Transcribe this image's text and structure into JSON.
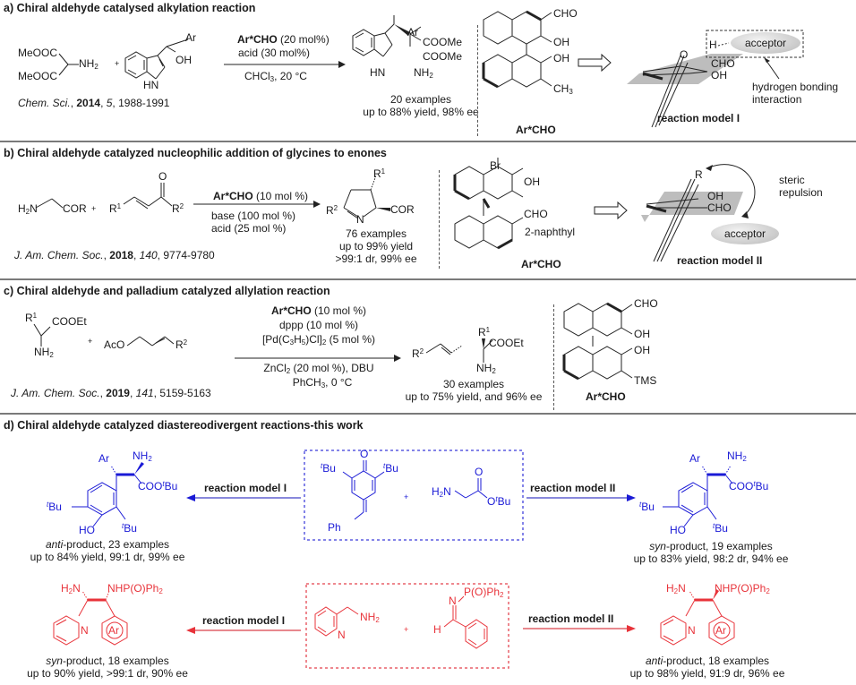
{
  "sections": {
    "a": {
      "title": "a) Chiral aldehyde catalysed alkylation reaction",
      "reagent1": {
        "top": "MeOOC",
        "mid": "NH",
        "bottom": "MeOOC",
        "sub": "2"
      },
      "plus": "+",
      "reagent2": {
        "ar": "Ar",
        "oh": "OH",
        "hn": "HN"
      },
      "conditions": {
        "catalyst_bold": "Ar*CHO",
        "catalyst_rest": " (20 mol%)",
        "acid": "acid (30 mol%)",
        "solvent_a": "CHCl",
        "solvent_sub": "3",
        "solvent_b": ", 20 °C"
      },
      "citation": {
        "journal": "Chem. Sci.",
        "sep1": ", ",
        "year": "2014",
        "sep2": ", ",
        "volume": "5",
        "pages": ", 1988-1991"
      },
      "product": {
        "ar": "Ar",
        "ester1": "COOMe",
        "ester2": "COOMe",
        "nh2": "NH",
        "nh2_sub": "2",
        "hn": "HN",
        "examples": "20 examples",
        "yield": "up to 88% yield, 98% ee"
      },
      "catalyst": {
        "cho": "CHO",
        "oh1": "OH",
        "oh2": "OH",
        "ch3": "CH",
        "ch3_sub": "3",
        "label": "Ar*CHO"
      },
      "model": {
        "acceptor": "acceptor",
        "h": "H",
        "o": "O",
        "cho": "CHO",
        "oh": "OH",
        "annotation_1": "hydrogen bonding",
        "annotation_2": "interaction",
        "label": "reaction model I"
      }
    },
    "b": {
      "title": "b) Chiral aldehyde catalyzed nucleophilic addition of glycines to enones",
      "reagent1": {
        "h2n": "H",
        "h2n_sub": "2",
        "n": "N",
        "cor": "COR"
      },
      "plus": "+",
      "reagent2": {
        "r1": "R",
        "r1_sup": "1",
        "o": "O",
        "r2": "R",
        "r2_sup": "2"
      },
      "conditions": {
        "catalyst_bold": "Ar*CHO",
        "catalyst_rest": " (10 mol %)",
        "base": "base (100 mol %)",
        "acid": "acid (25 mol %)"
      },
      "citation": {
        "journal": "J. Am. Chem. Soc.",
        "sep1": ", ",
        "year": "2018",
        "sep2": ", ",
        "volume": "140",
        "pages": ", 9774-9780"
      },
      "product": {
        "r1": "R",
        "r1_sup": "1",
        "r2": "R",
        "r2_sup": "2",
        "n": "N",
        "cor": "COR",
        "examples": "76 examples",
        "yield": "up to 99% yield",
        "dr": ">99:1 dr, 99% ee"
      },
      "catalyst": {
        "br": "Br",
        "oh": "OH",
        "cho": "CHO",
        "naphthyl": "2-naphthyl",
        "label": "Ar*CHO"
      },
      "model": {
        "r": "R",
        "oh": "OH",
        "cho": "CHO",
        "annotation_1": "steric",
        "annotation_2": "repulsion",
        "acceptor": "acceptor",
        "label": "reaction model II"
      }
    },
    "c": {
      "title": "c) Chiral aldehyde and palladium catalyzed allylation reaction",
      "reagent1": {
        "r1": "R",
        "r1_sup": "1",
        "ester": "COOEt",
        "nh2": "NH",
        "nh2_sub": "2"
      },
      "plus": "+",
      "reagent2": {
        "aco": "AcO",
        "r2": "R",
        "r2_sup": "2"
      },
      "conditions": {
        "catalyst_bold": "Ar*CHO",
        "catalyst_rest": " (10 mol %)",
        "ligand": "dppp (10 mol %)",
        "pd_a": "[Pd(C",
        "pd_s1": "3",
        "pd_b": "H",
        "pd_s2": "5",
        "pd_c": ")Cl]",
        "pd_s3": "2",
        "pd_d": " (5 mol %)",
        "zn_a": "ZnCl",
        "zn_sub": "2",
        "zn_b": " (20 mol %), DBU",
        "sol_a": "PhCH",
        "sol_sub": "3",
        "sol_b": ", 0 °C"
      },
      "citation": {
        "journal": "J. Am. Chem. Soc.",
        "sep1": ", ",
        "year": "2019",
        "sep2": ", ",
        "volume": "141",
        "pages": ", 5159-5163"
      },
      "product": {
        "r2": "R",
        "r2_sup": "2",
        "r1": "R",
        "r1_sup": "1",
        "ester": "COOEt",
        "nh2": "NH",
        "nh2_sub": "2",
        "examples": "30 examples",
        "yield": "up to 75% yield, and 96% ee"
      },
      "catalyst": {
        "cho": "CHO",
        "oh1": "OH",
        "oh2": "OH",
        "tms": "TMS",
        "label": "Ar*CHO"
      }
    },
    "d": {
      "title": "d) Chiral aldehyde catalyzed diastereodivergent reactions-this work",
      "blue_row": {
        "left_arrow_label": "reaction model I",
        "right_arrow_label": "reaction model II",
        "sm1": {
          "tbu_l": "Bu",
          "tbu_r": "Bu",
          "t": "t",
          "o": "O",
          "ph": "Ph"
        },
        "plus": "+",
        "sm2": {
          "h2n": "H",
          "h2n_sub": "2",
          "n": "N",
          "o": "O",
          "otbu": "O",
          "t": "t",
          "bu": "Bu"
        },
        "left_product": {
          "ar": "Ar",
          "nh2": "NH",
          "nh2_sub": "2",
          "ester_a": "COO",
          "ester_t": "t",
          "ester_b": "Bu",
          "tbu": "Bu",
          "t": "t",
          "ho": "HO",
          "caption_italic": "anti",
          "caption_rest": "-product, 23 examples",
          "yield": "up to 84% yield, 99:1 dr, 99% ee"
        },
        "right_product": {
          "ar": "Ar",
          "nh2": "NH",
          "nh2_sub": "2",
          "ester_a": "COO",
          "ester_t": "t",
          "ester_b": "Bu",
          "tbu": "Bu",
          "t": "t",
          "ho": "HO",
          "caption_italic": "syn",
          "caption_rest": "-product, 19 examples",
          "yield": "up to 83% yield, 98:2 dr, 94% ee"
        }
      },
      "red_row": {
        "left_arrow_label": "reaction model I",
        "right_arrow_label": "reaction model II",
        "sm1": {
          "n": "N",
          "nh2": "NH",
          "nh2_sub": "2"
        },
        "plus": "+",
        "sm2": {
          "n": "N",
          "pop": "P(O)Ph",
          "pop_sub": "2",
          "h": "H"
        },
        "left_product": {
          "h2n": "H",
          "h2n_sub": "2",
          "n_lbl": "N",
          "nhp": "NHP(O)Ph",
          "nhp_sub": "2",
          "n": "N",
          "ar": "Ar",
          "caption_italic": "syn",
          "caption_rest": "-product, 18 examples",
          "yield": "up to 90% yield, >99:1 dr, 90% ee"
        },
        "right_product": {
          "h2n": "H",
          "h2n_sub": "2",
          "n_lbl": "N",
          "nhp": "NHP(O)Ph",
          "nhp_sub": "2",
          "n": "N",
          "ar": "Ar",
          "caption_italic": "anti",
          "caption_rest": "-product, 18 examples",
          "yield": "up to 98% yield, 91:9 dr, 96% ee"
        }
      }
    }
  },
  "colors": {
    "blue": "#1a1ad6",
    "blue_arrow": "#6060d0",
    "red": "#e8333a",
    "red_arrow": "#e06068",
    "divider": "#7a7a7a",
    "plane": "#bdbdbd"
  }
}
